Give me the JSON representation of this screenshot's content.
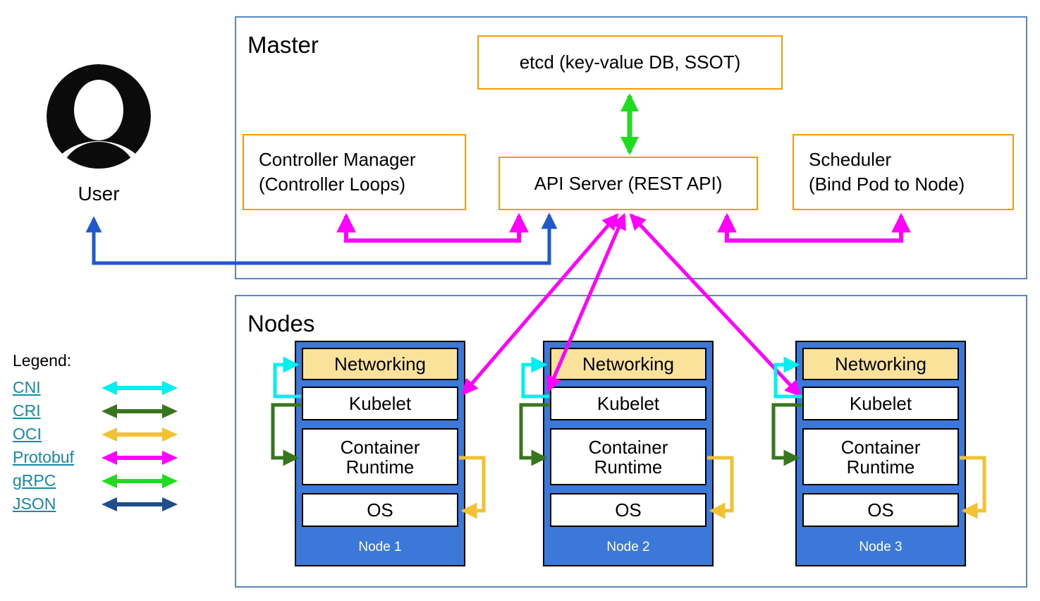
{
  "master": {
    "title": "Master",
    "etcd_label": "etcd (key-value DB, SSOT)",
    "api_server_label": "API Server (REST API)",
    "controller_manager": {
      "line1": "Controller Manager",
      "line2": "(Controller Loops)"
    },
    "scheduler": {
      "line1": "Scheduler",
      "line2": "(Bind Pod to Node)"
    }
  },
  "nodes_section": {
    "title": "Nodes",
    "nodes": [
      {
        "name": "Node 1",
        "layers": {
          "networking": "Networking",
          "kubelet": "Kubelet",
          "runtime": "Container Runtime",
          "os": "OS"
        }
      },
      {
        "name": "Node 2",
        "layers": {
          "networking": "Networking",
          "kubelet": "Kubelet",
          "runtime": "Container Runtime",
          "os": "OS"
        }
      },
      {
        "name": "Node 3",
        "layers": {
          "networking": "Networking",
          "kubelet": "Kubelet",
          "runtime": "Container Runtime",
          "os": "OS"
        }
      }
    ]
  },
  "user": {
    "label": "User"
  },
  "legend": {
    "title": "Legend:",
    "items": [
      {
        "label": "CNI"
      },
      {
        "label": "CRI"
      },
      {
        "label": "OCI"
      },
      {
        "label": "Protobuf"
      },
      {
        "label": "gRPC"
      },
      {
        "label": "JSON"
      }
    ]
  },
  "colors": {
    "cni": "#00F0F0",
    "cri": "#38761D",
    "oci": "#F1C232",
    "protobuf": "#FF00FF",
    "grpc": "#21DB21",
    "json": "#1F4E8C",
    "user_arrow": "#2158CE",
    "box_border": "#FF9900",
    "node_fill": "#3C78D8",
    "networking_fill": "#FAE29B",
    "frame": "#5B86BE",
    "link": "#1789A2"
  }
}
